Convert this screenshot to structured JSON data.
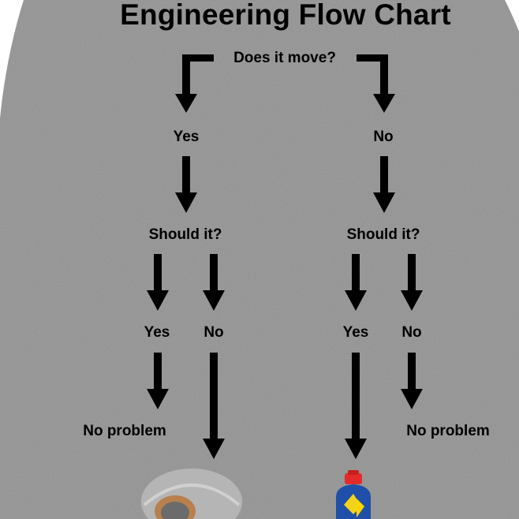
{
  "title": "Engineering Flow Chart",
  "nodes": {
    "question_move": "Does it move?",
    "yes_1": "Yes",
    "no_1": "No",
    "should_it_left": "Should it?",
    "should_it_right": "Should it?",
    "yes_left": "Yes",
    "no_left": "No",
    "yes_right": "Yes",
    "no_right": "No",
    "no_problem_left": "No problem",
    "no_problem_right": "No problem"
  },
  "colors": {
    "fabric": "#8c8c8c",
    "ink": "#000000",
    "background": "#ffffff"
  },
  "icons": {
    "duct_tape": "duct-tape-icon",
    "lubricant_can": "lubricant-can-icon"
  }
}
